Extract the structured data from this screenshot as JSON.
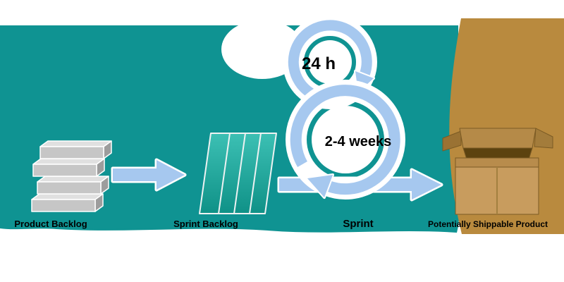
{
  "diagram": {
    "stages": [
      {
        "label": "Product Backlog"
      },
      {
        "label": "Sprint Backlog"
      },
      {
        "label": "Sprint"
      },
      {
        "label": "Potentially Shippable Product"
      }
    ],
    "loop_annotations": {
      "daily_cycle": "24 h",
      "sprint_cycle": "2-4 weeks"
    },
    "colors": {
      "background": "#ffffff",
      "teal_region": "#0f9392",
      "tan_region": "#b98a3e",
      "arrow_blue": "#a6c8ef",
      "brick_gray": "#c6c6c6",
      "panel_teal": "#17a89c",
      "box_tan": "#c89c5e",
      "label_color": "#000000"
    }
  }
}
